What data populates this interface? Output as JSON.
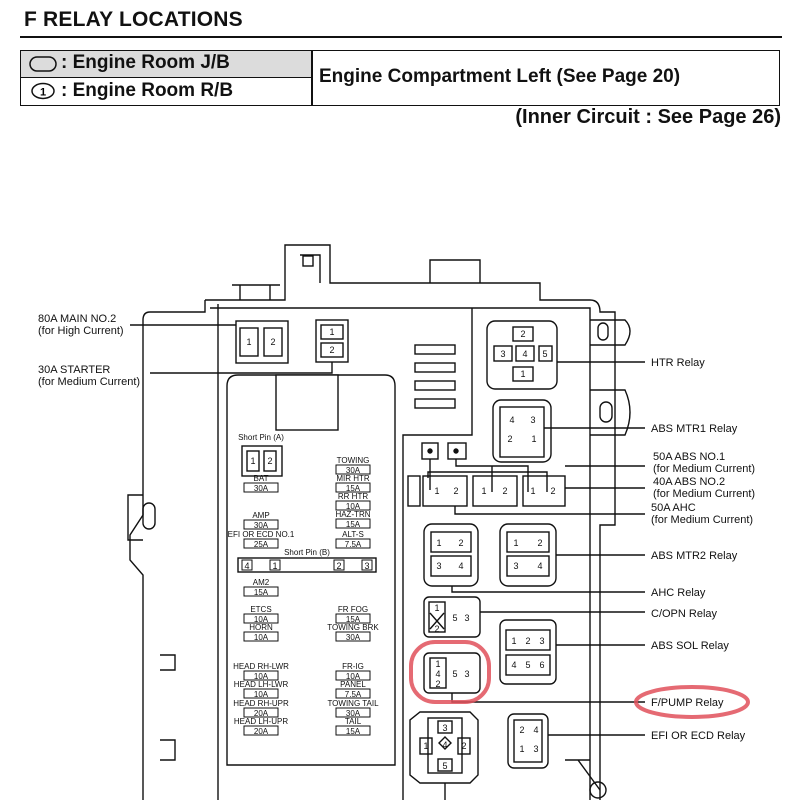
{
  "title": "F  RELAY LOCATIONS",
  "legend": [
    {
      "symbol": "oval",
      "text": ": Engine Room J/B"
    },
    {
      "symbol": "1",
      "text": ": Engine Room R/B"
    }
  ],
  "location": "Engine Compartment Left (See Page 20)",
  "inner_circuit": "(Inner Circuit : See Page 26)",
  "left_callouts": {
    "main_no2": [
      "80A MAIN NO.2",
      "(for High Current)"
    ],
    "starter": [
      "30A STARTER",
      "(for Medium Current)"
    ]
  },
  "relay_labels": {
    "htr": "HTR Relay",
    "abs_mtr1": "ABS MTR1 Relay",
    "abs_no1": [
      "50A ABS NO.1",
      "(for Medium Current)"
    ],
    "abs_no2": [
      "40A ABS NO.2",
      "(for Medium Current)"
    ],
    "ahc_fuse": [
      "50A AHC",
      "(for Medium Current)"
    ],
    "abs_mtr2": "ABS MTR2 Relay",
    "ahc": "AHC Relay",
    "copn": "C/OPN Relay",
    "abs_sol": "ABS SOL Relay",
    "fpump": "F/PUMP Relay",
    "efi": "EFI OR ECD Relay"
  },
  "fuses_left": [
    {
      "name": "Short Pin (A)",
      "rating": ""
    },
    {
      "name": "BAT",
      "rating": "30A"
    },
    {
      "name": "AMP",
      "rating": "30A"
    },
    {
      "name": "EFI OR ECD NO.1",
      "rating": "25A"
    },
    {
      "name": "AM2",
      "rating": "15A"
    },
    {
      "name": "ETCS",
      "rating": "10A"
    },
    {
      "name": "HORN",
      "rating": "10A"
    },
    {
      "name": "HEAD RH-LWR",
      "rating": "10A"
    },
    {
      "name": "HEAD LH-LWR",
      "rating": "10A"
    },
    {
      "name": "HEAD RH-UPR",
      "rating": "20A"
    },
    {
      "name": "HEAD LH-UPR",
      "rating": "20A"
    }
  ],
  "fuses_right": [
    {
      "name": "TOWING",
      "rating": "30A"
    },
    {
      "name": "MIR HTR",
      "rating": "15A"
    },
    {
      "name": "RR HTR",
      "rating": "10A"
    },
    {
      "name": "HAZ-TRN",
      "rating": "15A"
    },
    {
      "name": "ALT-S",
      "rating": "7.5A"
    },
    {
      "name": "FR FOG",
      "rating": "15A"
    },
    {
      "name": "TOWING BRK",
      "rating": "30A"
    },
    {
      "name": "FR-IG",
      "rating": "10A"
    },
    {
      "name": "PANEL",
      "rating": "7.5A"
    },
    {
      "name": "TOWING TAIL",
      "rating": "30A"
    },
    {
      "name": "TAIL",
      "rating": "15A"
    }
  ],
  "short_pin_b": {
    "label": "Short Pin (B)",
    "pins": [
      "4",
      "1",
      "2",
      "3"
    ]
  },
  "highlight_color": "#e0505a"
}
